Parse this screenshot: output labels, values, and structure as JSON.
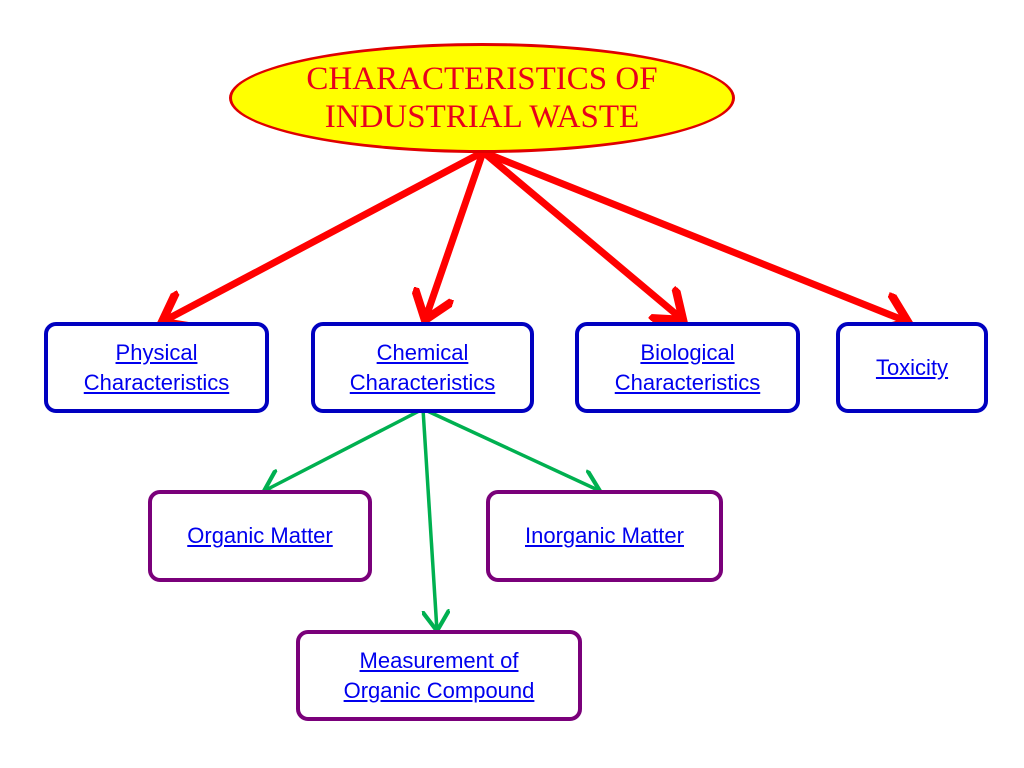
{
  "title": "CHARACTERISTICS OF\nINDUSTRIAL WASTE",
  "colors": {
    "title_fill": "#ffff00",
    "title_text": "#e8001c",
    "primary_arrow": "#ff0000",
    "secondary_arrow": "#00b050",
    "level1_border": "#0000c0",
    "level2_border": "#7a007a",
    "link": "#0000ee"
  },
  "level1": [
    {
      "id": "physical",
      "label": "Physical\nCharacteristics"
    },
    {
      "id": "chemical",
      "label": "Chemical\nCharacteristics"
    },
    {
      "id": "biological",
      "label": "Biological\nCharacteristics"
    },
    {
      "id": "toxicity",
      "label": "Toxicity"
    }
  ],
  "level2": [
    {
      "id": "organic",
      "parent": "chemical",
      "label": "Organic Matter"
    },
    {
      "id": "inorganic",
      "parent": "chemical",
      "label": "Inorganic Matter"
    },
    {
      "id": "measurement",
      "parent": "chemical",
      "label": "Measurement of\nOrganic Compound"
    }
  ]
}
